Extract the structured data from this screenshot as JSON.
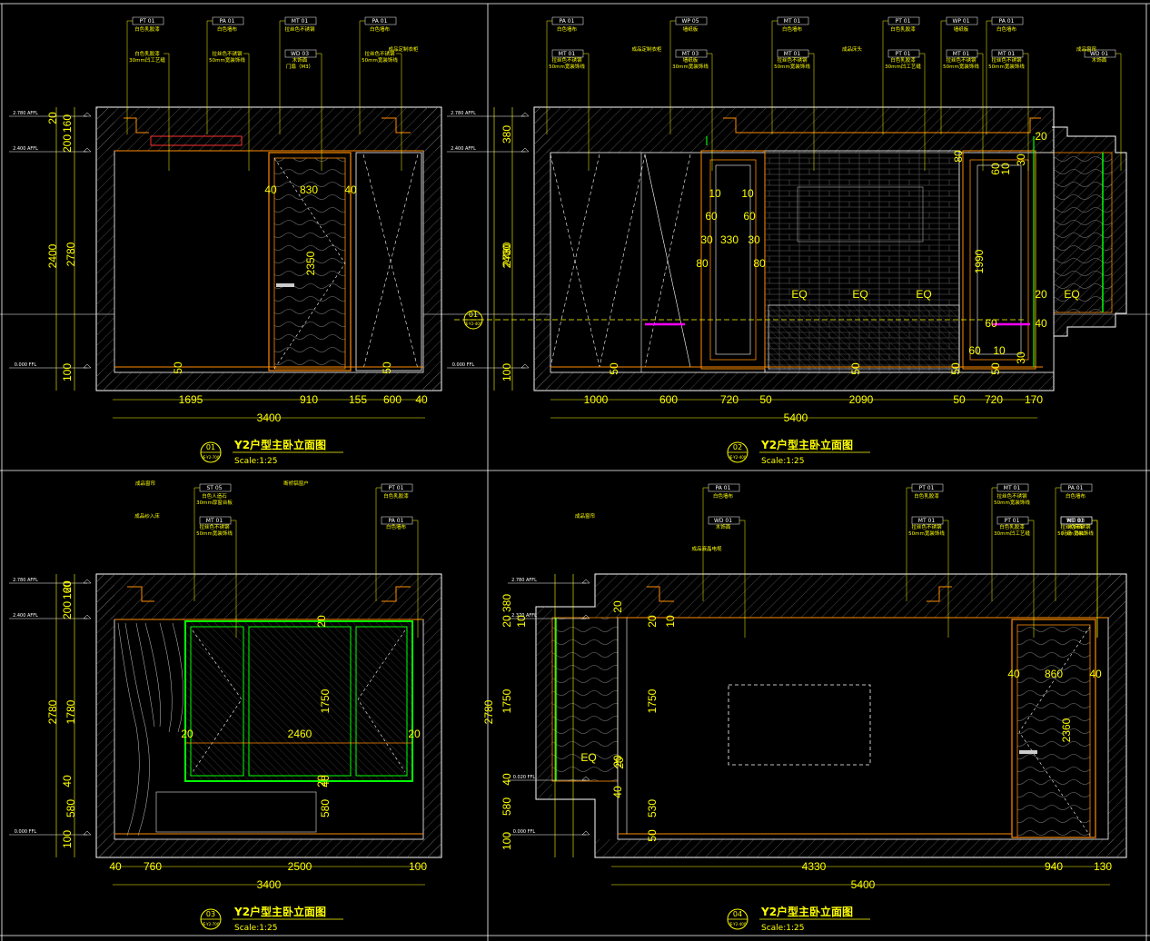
{
  "panels": [
    {
      "id": "01",
      "title": "Y2户型主卧立面图",
      "scale": "Scale:1:25",
      "ref": "IE-Y2-700",
      "tags_top": [
        [
          "PT 01",
          "白色乳胶漆"
        ],
        [
          "PA 01",
          "白色墙布"
        ],
        [
          "MT 01",
          "拉丝色不锈钢"
        ],
        [
          "PA 01",
          "白色墙布"
        ]
      ],
      "tags_mid": [
        [
          "白色乳胶漆",
          "30mm凹工艺缝"
        ],
        [
          "拉丝色不锈钢",
          "50mm宽装饰线"
        ],
        [
          "WD 03",
          "木饰面",
          "门扇（M3）"
        ],
        [
          "拉丝色不锈钢",
          "50mm宽装饰线"
        ]
      ],
      "note": "成品定制衣柜",
      "levels": [
        "2.780 AFFL",
        "2.400 AFFL",
        "0.000 FFL"
      ],
      "vert_dims": [
        "2780",
        "2400",
        "20",
        "200",
        "160",
        "100"
      ],
      "inner_dims": [
        "40",
        "830",
        "40",
        "2350",
        "50",
        "50"
      ],
      "bottom_dims": [
        "1695",
        "910",
        "155",
        "600",
        "40"
      ],
      "total": "3400"
    },
    {
      "id": "02",
      "title": "Y2户型主卧立面图",
      "scale": "Scale:1:25",
      "ref": "IE-Y2-400",
      "tags_top": [
        [
          "PA 01",
          "白色墙布"
        ],
        [
          "WP 05",
          "墙纸板"
        ],
        [
          "MT 01",
          "白色墙布"
        ],
        [
          "PT 01",
          "白色乳胶漆"
        ],
        [
          "WP 01",
          "墙纸板"
        ],
        [
          "PA 01",
          "白色墙布"
        ]
      ],
      "tags_mid": [
        [
          "MT 01",
          "拉丝色不锈钢",
          "50mm宽装饰线"
        ],
        [
          "MT 03",
          "墙纸板",
          "30mm宽装饰线"
        ],
        [
          "MT 01",
          "拉丝色不锈钢",
          "50mm宽装饰线"
        ],
        [
          "PT 01",
          "白色乳胶漆",
          "30mm凹工艺缝"
        ],
        [
          "MT 01",
          "拉丝色不锈钢",
          "50mm宽装饰线"
        ],
        [
          "MT 01",
          "拉丝色不锈钢",
          "50mm宽装饰线"
        ],
        [
          "WD 01",
          "木饰面"
        ]
      ],
      "notes": [
        "成品定制衣柜",
        "成品床头",
        "成品窗帘"
      ],
      "levels": [
        "2.780 AFFL",
        "2.400 AFFL",
        "0.000 FFL"
      ],
      "vert_dims": [
        "2780",
        "2400",
        "380",
        "100"
      ],
      "inner_dims": [
        "10",
        "10",
        "60",
        "60",
        "30",
        "330",
        "30",
        "80",
        "80",
        "EQ",
        "EQ",
        "EQ",
        "1990",
        "20",
        "EQ",
        "40",
        "10",
        "60",
        "60",
        "30",
        "20",
        "80",
        "60",
        "10",
        "50",
        "30",
        "50",
        "50",
        "50"
      ],
      "bottom_dims": [
        "1000",
        "600",
        "720",
        "50",
        "2090",
        "50",
        "720",
        "170"
      ],
      "total": "5400",
      "section_mark": "01",
      "section_ref": "IE-Y2-400"
    },
    {
      "id": "03",
      "title": "Y2户型主卧立面图",
      "scale": "Scale:1:25",
      "ref": "IE-Y2-700",
      "tags_top": [
        [
          "ST 05",
          "白色人造石",
          "30mm厚窗台板"
        ],
        [
          "PT 01",
          "白色乳胶漆"
        ]
      ],
      "tags_mid": [
        [
          "MT 01",
          "拉丝色不锈钢",
          "50mm宽装饰线"
        ],
        [
          "PA 01",
          "白色墙布"
        ]
      ],
      "notes": [
        "成品窗帘",
        "成品纱入床",
        "断桥铝窗户"
      ],
      "levels": [
        "2.780 AFFL",
        "2.400 AFFL",
        "0.000 FFL"
      ],
      "vert_dims": [
        "2780",
        "1780",
        "580",
        "100",
        "20",
        "200",
        "160",
        "40"
      ],
      "inner_dims": [
        "20",
        "20",
        "2460",
        "1750",
        "20",
        "40",
        "20",
        "580"
      ],
      "bottom_dims": [
        "40",
        "760",
        "2500",
        "100"
      ],
      "total": "3400"
    },
    {
      "id": "04",
      "title": "Y2户型主卧立面图",
      "scale": "Scale:1:25",
      "ref": "IE-Y2-400",
      "tags_top": [
        [
          "PA 01",
          "白色墙布"
        ],
        [
          "PT 01",
          "白色乳胶漆"
        ],
        [
          "MT 01",
          "拉丝色不锈钢",
          "50mm宽装饰线"
        ],
        [
          "PA 01",
          "白色墙布"
        ]
      ],
      "tags_mid": [
        [
          "WD 01",
          "木饰面"
        ],
        [
          "MT 01",
          "拉丝色不锈钢",
          "50mm宽装饰线"
        ],
        [
          "PT 01",
          "白色乳胶漆",
          "30mm凹工艺缝"
        ],
        [
          "WD 03",
          "木饰面",
          "门扇（M1）"
        ],
        [
          "MT 01",
          "拉丝色不锈钢",
          "50mm宽装饰线"
        ]
      ],
      "notes": [
        "成品窗帘",
        "成品液晶电视"
      ],
      "levels": [
        "2.780 AFFL",
        "2.370 AFFL",
        "0.020 FFL",
        "0.000 FFL"
      ],
      "vert_dims": [
        "2780",
        "1750",
        "580",
        "100",
        "20",
        "380",
        "10",
        "40"
      ],
      "inner_dims": [
        "20",
        "10",
        "20",
        "1750",
        "EQ",
        "20",
        "40",
        "530",
        "50",
        "40",
        "860",
        "40",
        "2360",
        "20"
      ],
      "bottom_dims": [
        "4330",
        "940",
        "130"
      ],
      "total": "5400"
    }
  ],
  "colors": {
    "dim": "#ffff00",
    "wall": "#ffffff",
    "detail": "#ff8c00",
    "green": "#00ff00",
    "magenta": "#ff00ff",
    "hatch": "#808080",
    "frame": "#ffffff"
  }
}
